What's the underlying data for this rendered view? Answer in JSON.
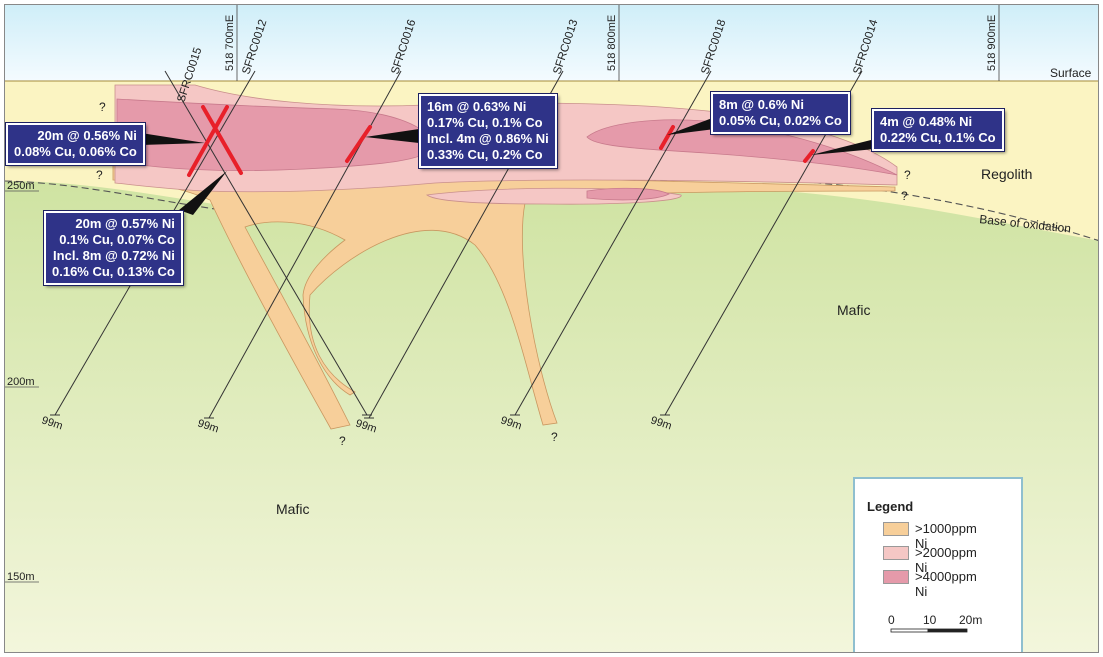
{
  "colors": {
    "sky_top": "#cfeef8",
    "sky_bottom": "#f4fbff",
    "regolith": "#fbf4c2",
    "mafic_top": "#cfe3a2",
    "mafic_bottom": "#f3f6dc",
    "ni_1000": "#f7cf9a",
    "ni_2000": "#f5c7c5",
    "ni_4000": "#e59aaa",
    "intercept": "#e8202a",
    "callout_bg": "#2f3388"
  },
  "eastings": [
    "518 700mE",
    "518 800mE",
    "518 900mE"
  ],
  "rls": [
    "250m",
    "200m",
    "150m"
  ],
  "holes": [
    {
      "id": "SFRC0015",
      "end_label": "99m"
    },
    {
      "id": "SFRC0012",
      "end_label": "99m"
    },
    {
      "id": "SFRC0016",
      "end_label": "99m"
    },
    {
      "id": "SFRC0013",
      "end_label": "99m"
    },
    {
      "id": "SFRC0018",
      "end_label": "99m"
    },
    {
      "id": "SFRC0014",
      "end_label": "99m"
    }
  ],
  "labels": {
    "surface": "Surface",
    "regolith": "Regolith",
    "base_of_oxidation": "Base of oxidation",
    "mafic_right": "Mafic",
    "mafic_left": "Mafic",
    "question": "?"
  },
  "callouts": {
    "sfrc0015": [
      "20m @ 0.56% Ni",
      "0.08% Cu, 0.06% Co"
    ],
    "sfrc0012": [
      "20m @ 0.57% Ni",
      "0.1% Cu, 0.07% Co",
      "Incl. 8m @ 0.72% Ni",
      "0.16% Cu, 0.13% Co"
    ],
    "sfrc0016": [
      "16m @ 0.63% Ni",
      "0.17% Cu, 0.1% Co",
      "Incl. 4m @ 0.86% Ni",
      "0.33% Cu, 0.2% Co"
    ],
    "sfrc0018": [
      "8m @ 0.6% Ni",
      "0.05% Cu, 0.02% Co"
    ],
    "sfrc0014": [
      "4m @ 0.48% Ni",
      "0.22% Cu, 0.1% Co"
    ]
  },
  "legend": {
    "title": "Legend",
    "items": [
      ">1000ppm Ni",
      ">2000ppm Ni",
      ">4000ppm Ni"
    ],
    "scale_labels": [
      "0",
      "10",
      "20m"
    ]
  }
}
